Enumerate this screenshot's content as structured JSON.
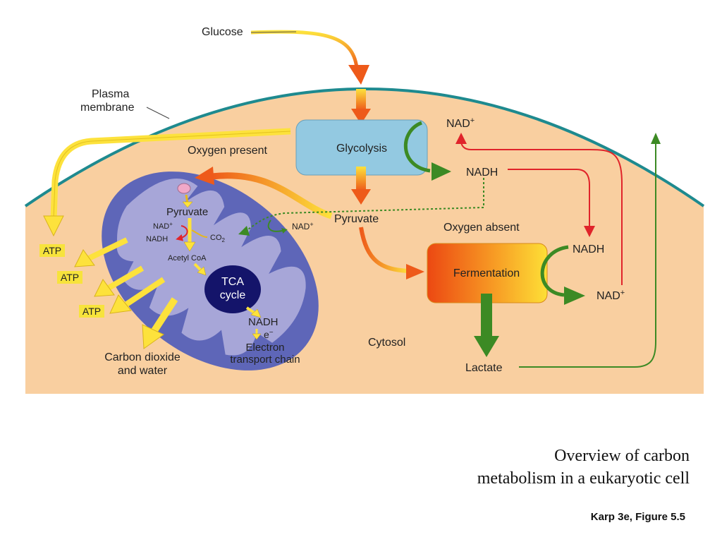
{
  "labels": {
    "glucose": "Glucose",
    "plasma_membrane_1": "Plasma",
    "plasma_membrane_2": "membrane",
    "glycolysis": "Glycolysis",
    "nad_plus": "NAD",
    "plus": "+",
    "nadh": "NADH",
    "oxygen_present": "Oxygen present",
    "oxygen_absent": "Oxygen absent",
    "pyruvate": "Pyruvate",
    "mito_pyruvate": "Pyruvate",
    "mito_nad": "NAD",
    "mito_nadh": "NADH",
    "co2": "CO",
    "co2_sub": "2",
    "acetyl_coa": "Acetyl CoA",
    "tca_1": "TCA",
    "tca_2": "cycle",
    "mito_nadh2": "NADH",
    "electron": "e",
    "electron_sup": "−",
    "etc_1": "Electron",
    "etc_2": "transport chain",
    "fermentation": "Fermentation",
    "ferm_nadh": "NADH",
    "ferm_nad": "NAD",
    "lactate": "Lactate",
    "cytosol": "Cytosol",
    "atp": "ATP",
    "co2_water_1": "Carbon dioxide",
    "co2_water_2": "and water"
  },
  "caption": {
    "line1": "Overview of carbon",
    "line2": "metabolism in a eukaryotic cell"
  },
  "citation": "Karp 3e, Figure 5.5",
  "colors": {
    "cytosol": "#f9cfa0",
    "membrane": "#1e8a8f",
    "mitochondrion": "#5e66b8",
    "mito_inner": "#a7a6d8",
    "tca": "#14146a",
    "glycolysis_box": "#93c9e1",
    "atp_label": "#f7e33c",
    "green_arrow": "#3c8a24",
    "red_arrow": "#e0242a"
  }
}
